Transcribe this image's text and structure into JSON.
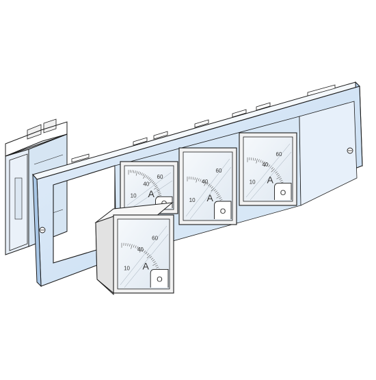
{
  "colors": {
    "panel_face": "#cfe2f4",
    "panel_edge": "#9fc2e4",
    "panel_light": "#e4eef9",
    "outline": "#1a1a1a",
    "meter_body": "#f3f3f3",
    "meter_shade": "#d9d9d9",
    "glass": "#eef4fa"
  },
  "meters": [
    {
      "label_60": "60",
      "label_40": "40",
      "label_10": "10",
      "unit": "A",
      "zero": "O"
    },
    {
      "label_60": "60",
      "label_40": "40",
      "label_10": "10",
      "unit": "A",
      "zero": "O"
    },
    {
      "label_60": "60",
      "label_40": "40",
      "label_10": "10",
      "unit": "A",
      "zero": "O"
    },
    {
      "label_60": "60",
      "label_40": "40",
      "label_10": "10",
      "unit": "A",
      "zero": "O"
    }
  ]
}
